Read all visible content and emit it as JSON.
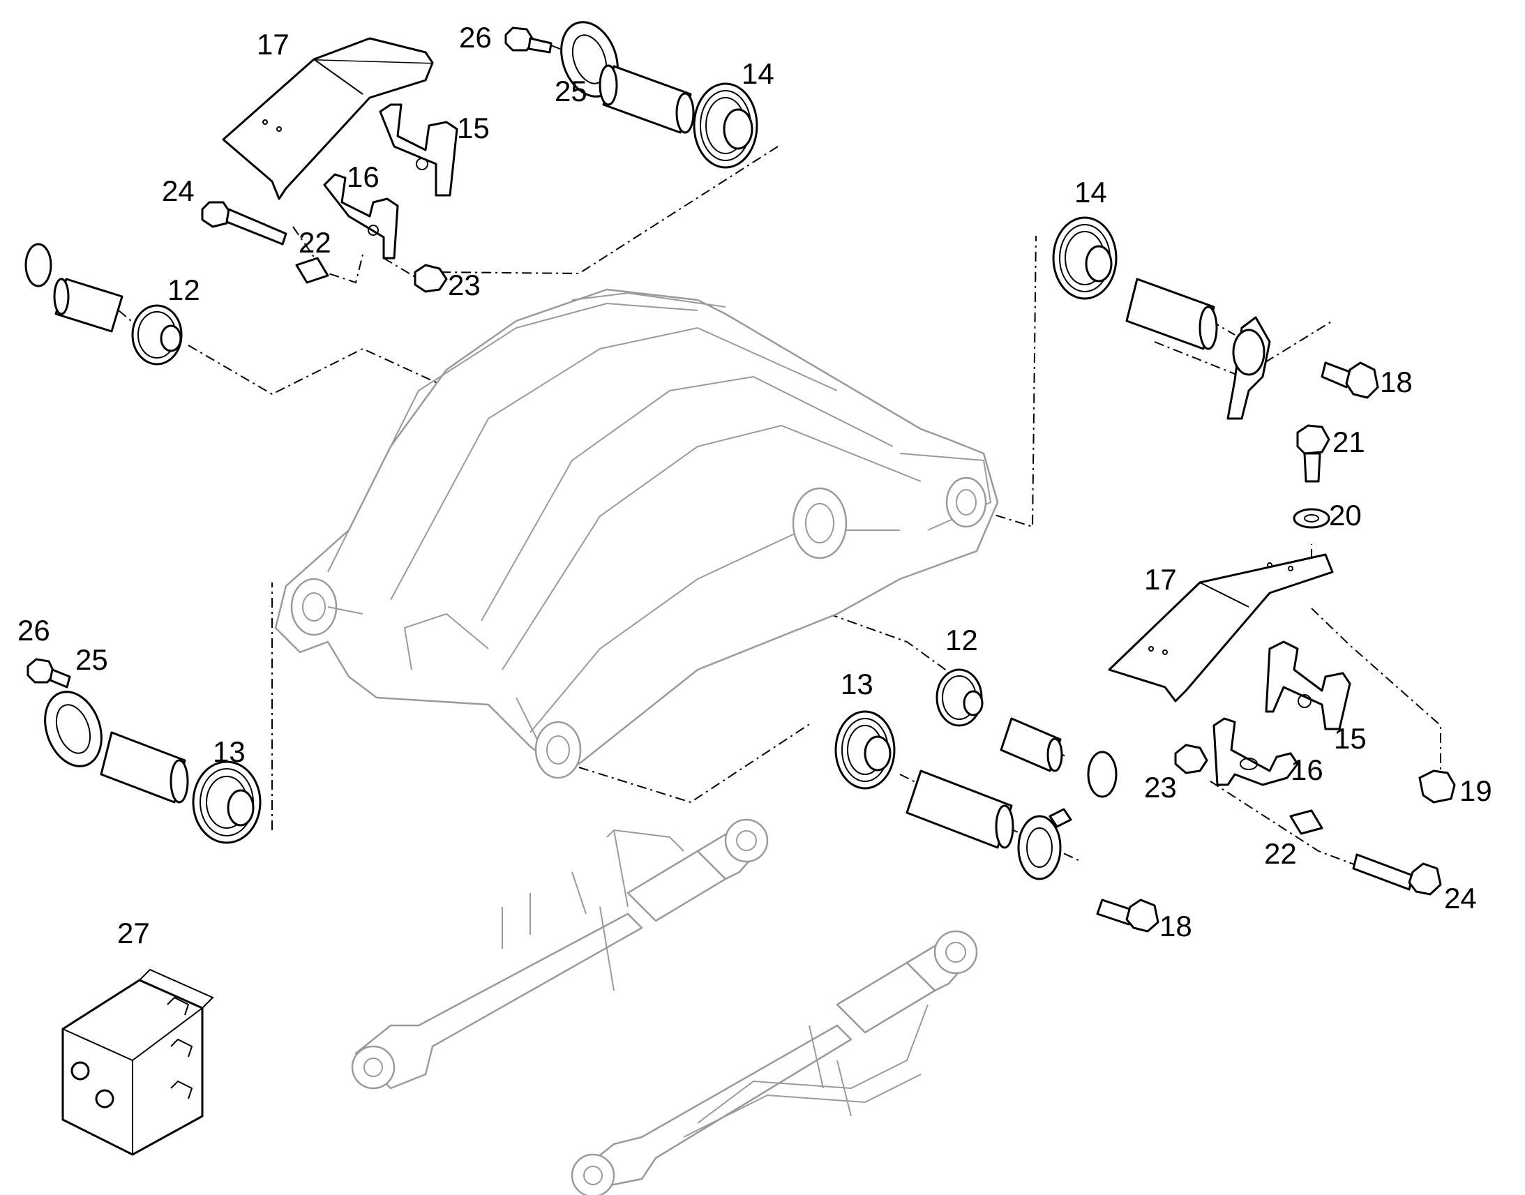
{
  "colors": {
    "line": "#000000",
    "light_line": "#9a9a9a",
    "background": "#ffffff"
  },
  "callouts": {
    "c17_top": "17",
    "c26_top": "26",
    "c25_top": "25",
    "c14_top": "14",
    "c15_top": "15",
    "c16_top": "16",
    "c24_left": "24",
    "c22_left": "22",
    "c23_top": "23",
    "c12_left": "12",
    "c14_right": "14",
    "c18_top": "18",
    "c21": "21",
    "c20": "20",
    "c17_right": "17",
    "c12_mid": "12",
    "c13_mid": "13",
    "c26_left": "26",
    "c25_left": "25",
    "c13_left": "13",
    "c15_right": "15",
    "c16_right": "16",
    "c23_right": "23",
    "c19": "19",
    "c22_right": "22",
    "c24_right": "24",
    "c18_bottom": "18",
    "c27": "27"
  }
}
